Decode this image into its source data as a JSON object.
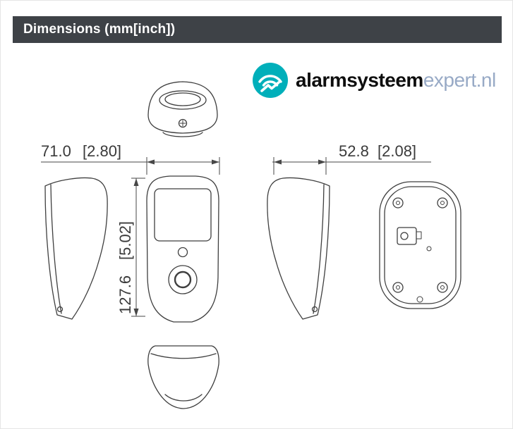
{
  "header": {
    "title": "Dimensions (mm[inch])",
    "bg_color": "#3e4247"
  },
  "logo": {
    "brand_bold": "alarmsysteem",
    "brand_suffix": "expert.nl",
    "teal": "#00afba",
    "suffix_color": "#98aac6"
  },
  "dimensions": {
    "width_mm": "71.0",
    "width_inch": "[2.80]",
    "height_mm": "127.6",
    "height_inch": "[5.02]",
    "depth_mm": "52.8",
    "depth_inch": "[2.08]"
  }
}
